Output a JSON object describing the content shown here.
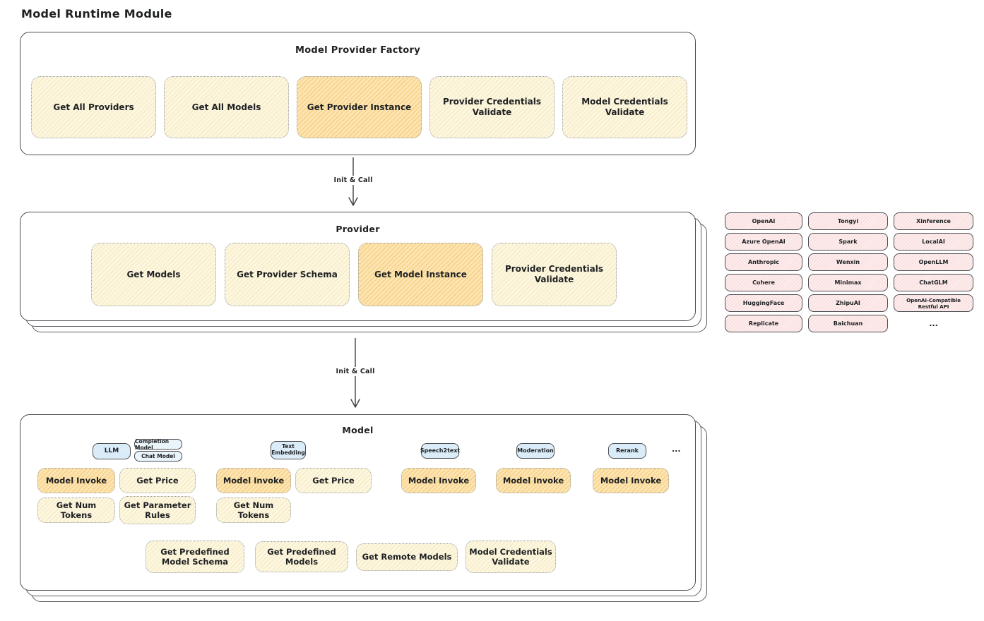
{
  "page_title": "Model Runtime Module",
  "factory": {
    "title": "Model Provider Factory",
    "buttons": [
      {
        "label": "Get All Providers",
        "highlighted": false
      },
      {
        "label": "Get All Models",
        "highlighted": false
      },
      {
        "label": "Get Provider Instance",
        "highlighted": true
      },
      {
        "label": "Provider Credentials Validate",
        "highlighted": false
      },
      {
        "label": "Model Credentials Validate",
        "highlighted": false
      }
    ]
  },
  "arrow1": {
    "label": "Init & Call"
  },
  "arrow2": {
    "label": "Init & Call"
  },
  "provider": {
    "title": "Provider",
    "buttons": [
      {
        "label": "Get Models",
        "highlighted": false
      },
      {
        "label": "Get Provider Schema",
        "highlighted": false
      },
      {
        "label": "Get Model Instance",
        "highlighted": true
      },
      {
        "label": "Provider Credentials Validate",
        "highlighted": false
      }
    ]
  },
  "provider_list": {
    "items": [
      "OpenAI",
      "Tongyi",
      "Xinference",
      "Azure OpenAI",
      "Spark",
      "LocalAI",
      "Anthropic",
      "Wenxin",
      "OpenLLM",
      "Cohere",
      "Minimax",
      "ChatGLM",
      "HuggingFace",
      "ZhipuAI",
      "OpenAI-Compatible Restful API",
      "Replicate",
      "Baichuan"
    ],
    "more": "..."
  },
  "model": {
    "title": "Model",
    "types": {
      "llm": "LLM",
      "completion": "Completion Model",
      "chat": "Chat Model",
      "text_embedding": "Text Embedding",
      "speech2text": "Speech2text",
      "moderation": "Moderation",
      "rerank": "Rerank",
      "more": "..."
    },
    "buttons": {
      "model_invoke": "Model Invoke",
      "get_price": "Get Price",
      "get_num_tokens": "Get Num Tokens",
      "get_parameter_rules": "Get Parameter Rules",
      "get_predefined_model_schema": "Get Predefined Model Schema",
      "get_predefined_models": "Get Predefined Models",
      "get_remote_models": "Get Remote Models",
      "model_credentials_validate": "Model Credentials Validate"
    }
  },
  "colors": {
    "node_cream": "#fdf7e2",
    "node_highlight": "#f8d189",
    "provider_pink": "#fdecec",
    "type_blue": "#d9ecf8",
    "stroke_dark": "#4a4e53",
    "stroke_dotted": "#969da5"
  }
}
